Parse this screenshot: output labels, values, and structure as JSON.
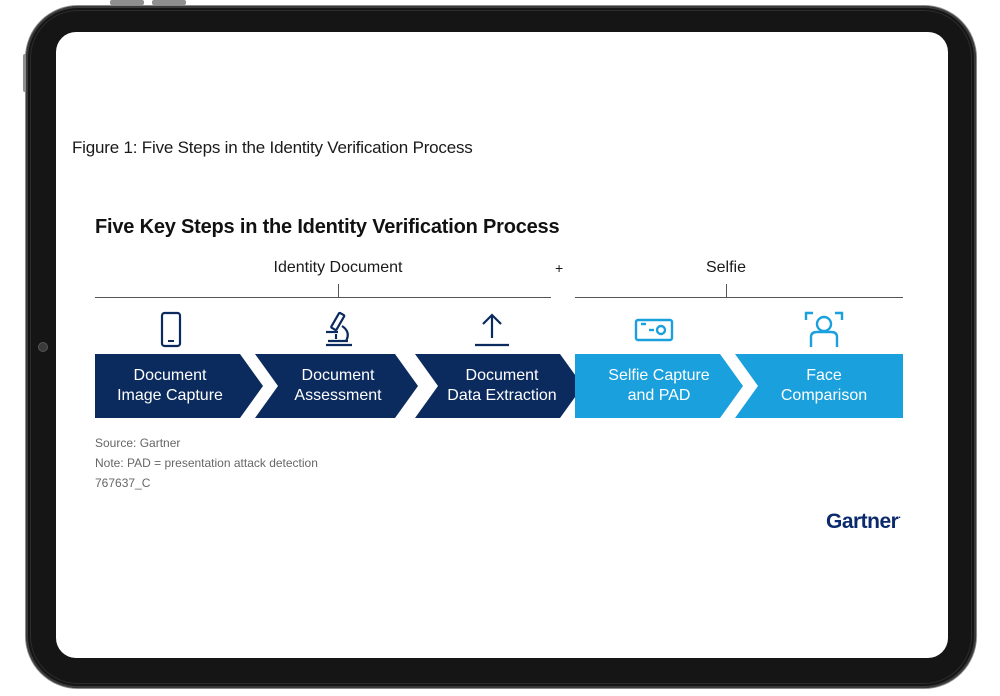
{
  "figure_caption": "Figure 1:  Five Steps in the Identity Verification Process",
  "diagram_title": "Five Key Steps in the Identity Verification Process",
  "groups": [
    {
      "label": "Identity Document"
    },
    {
      "label": "Selfie"
    }
  ],
  "group_joiner": "+",
  "steps": [
    {
      "label": "Document\nImage Capture",
      "icon": "smartphone-icon",
      "color": "#0b2a5e"
    },
    {
      "label": "Document\nAssessment",
      "icon": "microscope-icon",
      "color": "#0b2a5e"
    },
    {
      "label": "Document\nData Extraction",
      "icon": "upload-icon",
      "color": "#0b2a5e"
    },
    {
      "label": "Selfie Capture\nand PAD",
      "icon": "camera-icon",
      "color": "#1aa0dc"
    },
    {
      "label": "Face\nComparison",
      "icon": "face-scan-icon",
      "color": "#1aa0dc"
    }
  ],
  "notes": {
    "source": "Source: Gartner",
    "note": "Note: PAD = presentation attack detection",
    "id": "767637_C"
  },
  "brand": {
    "name": "Gartner",
    "mark": "."
  },
  "colors": {
    "dark_navy": "#0b2a5e",
    "light_blue": "#1aa0dc"
  }
}
